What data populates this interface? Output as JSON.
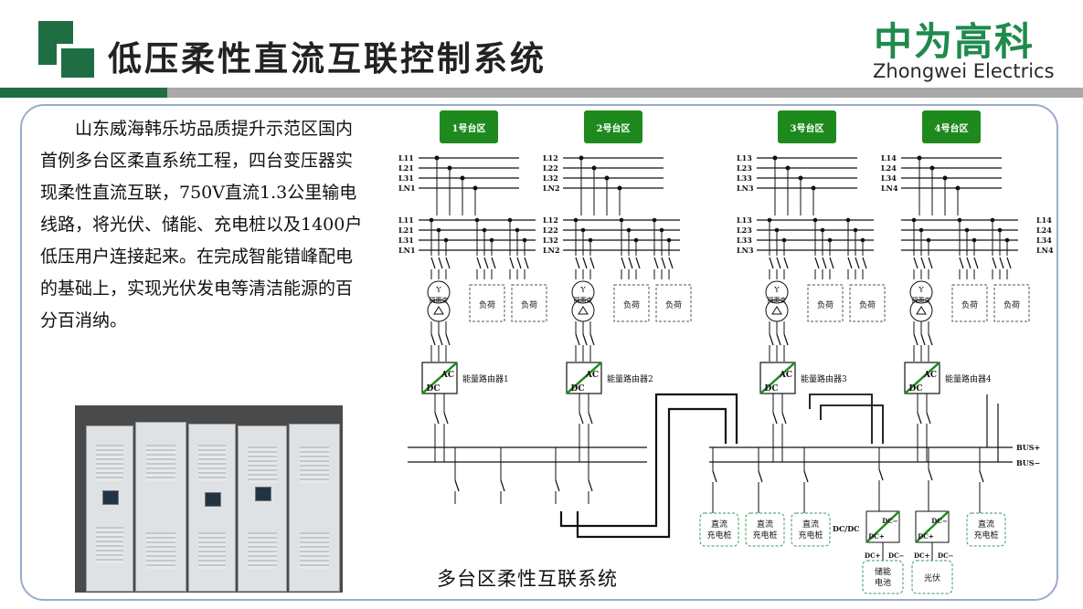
{
  "header": {
    "title": "低压柔性直流互联控制系统",
    "brand_cn": "中为高科",
    "brand_en": "Zhongwei Electrics"
  },
  "description": "山东威海韩乐坊品质提升示范区国内首例多台区柔直系统工程，四台变压器实现柔性直流互联，750V直流1.3公里输电线路，将光伏、储能、充电桩以及1400户低压用户连接起来。在完成智能错峰配电的基础上，实现光伏发电等清洁能源的百分百消纳。",
  "diagram": {
    "caption": "多台区柔性互联系统",
    "zones": [
      {
        "label": "1号台区",
        "upper_lines": [
          "L11",
          "L21",
          "L31",
          "LN1"
        ],
        "lower_lines": [
          "L11",
          "L21",
          "L31",
          "LN1"
        ],
        "transformer": "隔离变",
        "load1": "负荷",
        "load2": "负荷",
        "router": "能量路由器1"
      },
      {
        "label": "2号台区",
        "upper_lines": [
          "L12",
          "L22",
          "L32",
          "LN2"
        ],
        "lower_lines": [
          "L12",
          "L22",
          "L32",
          "LN2"
        ],
        "transformer": "隔离变",
        "load1": "负荷",
        "load2": "负荷",
        "router": "能量路由器2"
      },
      {
        "label": "3号台区",
        "upper_lines": [
          "L13",
          "L23",
          "L33",
          "LN3"
        ],
        "lower_lines": [
          "L13",
          "L23",
          "L33",
          "LN3"
        ],
        "transformer": "隔离变",
        "load1": "负荷",
        "load2": "负荷",
        "router": "能量路由器3"
      },
      {
        "label": "4号台区",
        "upper_lines": [
          "L14",
          "L24",
          "L34",
          "LN4"
        ],
        "lower_lines": [
          "L14",
          "L24",
          "L34",
          "LN4"
        ],
        "transformer": "隔离变",
        "load1": "负荷",
        "load2": "负荷",
        "router": "能量路由器4"
      }
    ],
    "ac_label": "AC",
    "dc_label": "DC",
    "y_label": "Y",
    "bus_plus": "BUS+",
    "bus_minus": "BUS−",
    "dcdc_label": "DC/DC",
    "dcdc_left": "DC−",
    "dcdc_right": "DC+",
    "dc_plus": "DC+",
    "dc_minus": "DC−",
    "chargers": [
      "直流\n充电桩",
      "直流\n充电桩",
      "直流\n充电桩",
      "直流\n充电桩"
    ],
    "storage": "储能\n电池",
    "pv": "光伏"
  },
  "colors": {
    "brand_green": "#1f8a4c",
    "dark_green": "#1f6e43",
    "zone_green": "#1e8a1e",
    "card_border": "#9aaccb"
  }
}
